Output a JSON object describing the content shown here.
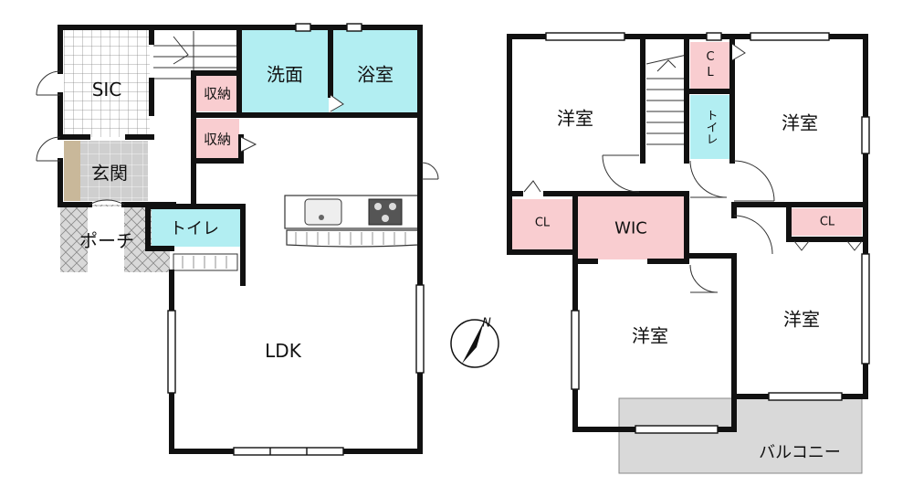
{
  "colors": {
    "wall": "#111111",
    "wet_area": "#b2eef2",
    "storage": "#f9cdd0",
    "tile": "#cfcfcf",
    "porch": "#d9d9d9",
    "balcony": "#d9d9d9",
    "entry_step": "#c9b89a"
  },
  "floor1": {
    "sic": "SIC",
    "genkan": "玄関",
    "porch": "ポーチ",
    "senmen": "洗面",
    "yokushitsu": "浴室",
    "shuno_1": "収納",
    "shuno_2": "収納",
    "toilet": "トイレ",
    "ldk": "LDK"
  },
  "floor2": {
    "youshitsu_nw": "洋室",
    "youshitsu_ne": "洋室",
    "youshitsu_sw": "洋室",
    "youshitsu_se": "洋室",
    "cl_top": "CL",
    "toilet": "トイレ",
    "cl_left": "CL",
    "wic": "WIC",
    "cl_right": "CL",
    "balcony": "バルコニー"
  },
  "compass": {
    "north": "N",
    "icon": "compass-north-icon"
  }
}
